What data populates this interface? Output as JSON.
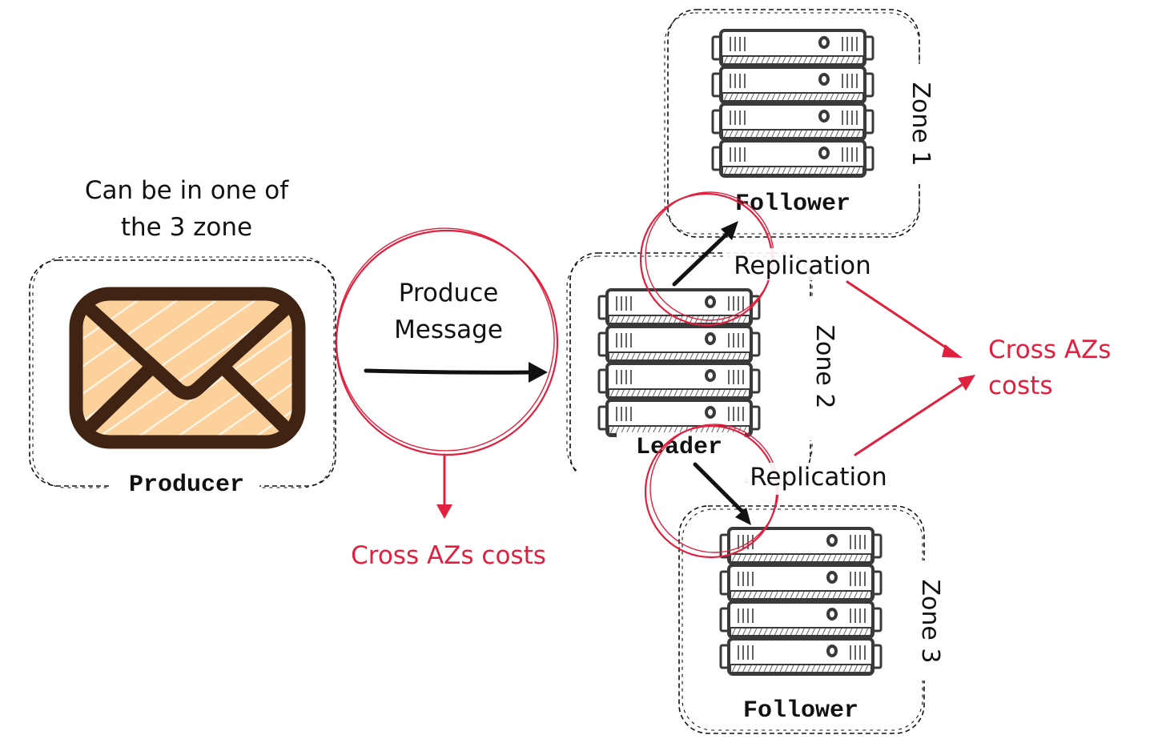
{
  "title": "Kafka replication cross-AZ cost diagram",
  "colors": {
    "accent_red": "#e0203e",
    "ink": "#111111",
    "envelope_fill": "#fdd19c",
    "envelope_stroke": "#3f2413",
    "server_stroke": "#3a3a3a"
  },
  "producer": {
    "note_line1": "Can be in one of",
    "note_line2": "the 3 zone",
    "label": "Producer",
    "icon": "envelope-icon"
  },
  "produce_flow": {
    "label_line1": "Produce",
    "label_line2": "Message",
    "cost_label": "Cross AZs costs"
  },
  "zones": [
    {
      "id": "zone1",
      "label": "Zone 1",
      "role": "Follower",
      "icon": "server-rack-icon"
    },
    {
      "id": "zone2",
      "label": "Zone 2",
      "role": "Leader",
      "icon": "server-rack-icon"
    },
    {
      "id": "zone3",
      "label": "Zone 3",
      "role": "Follower",
      "icon": "server-rack-icon"
    }
  ],
  "replication": {
    "top_label": "Replication",
    "bottom_label": "Replication",
    "cost_label_line1": "Cross AZs",
    "cost_label_line2": "costs"
  }
}
